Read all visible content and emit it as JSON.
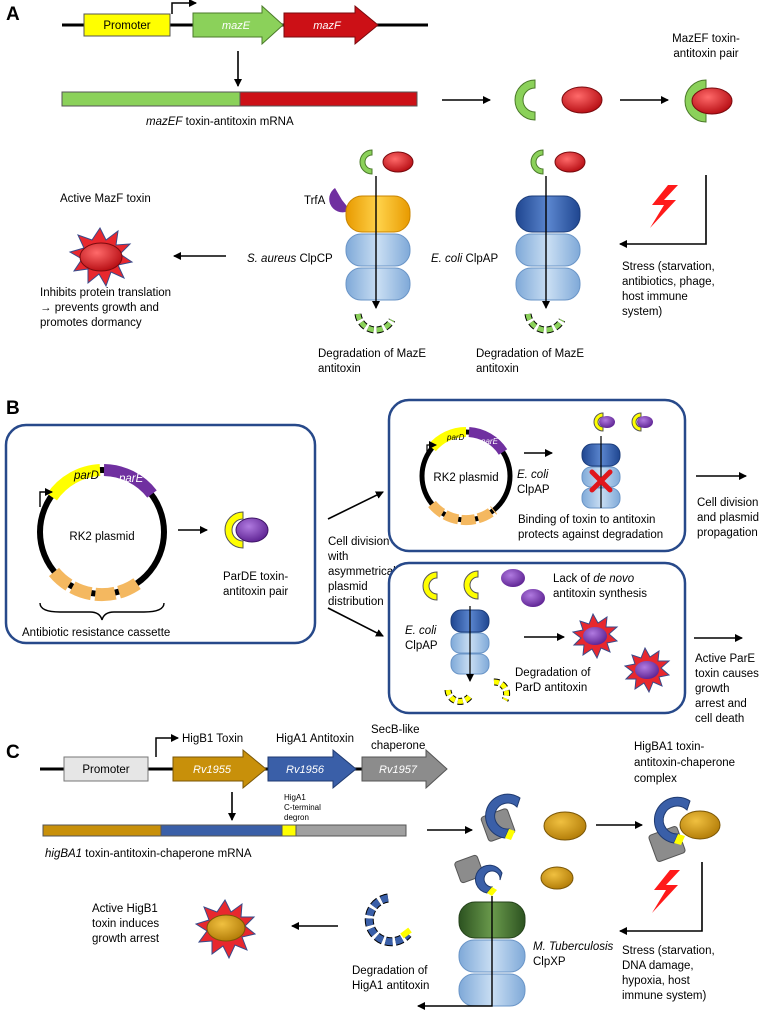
{
  "panels": {
    "a": "A",
    "b": "B",
    "c": "C"
  },
  "panel_a": {
    "promoter": "Promoter",
    "gene_1": "mazE",
    "gene_2": "mazF",
    "mrna_label_italic": "mazEF",
    "mrna_label_rest": "toxin-antitoxin mRNA",
    "pair_line1": "MazEF toxin-",
    "pair_line2": "antitoxin pair",
    "active_title": "Active MazF toxin",
    "inhibits_line1": "Inhibits protein translation",
    "inhibits_line2": "→ prevents growth and",
    "inhibits_line3": "promotes dormancy",
    "trfa": "TrfA",
    "saureus_italic": "S. aureus",
    "saureus_rest": "ClpCP",
    "ecoli_italic": "E. coli",
    "ecoli_rest": "ClpAP",
    "deg1_line1": "Degradation of MazE",
    "deg1_line2": "antitoxin",
    "deg2_line1": "Degradation of MazE",
    "deg2_line2": "antitoxin",
    "stress_line1": "Stress (starvation,",
    "stress_line2": "antibiotics, phage,",
    "stress_line3": "host immune",
    "stress_line4": "system)"
  },
  "panel_b": {
    "parD": "parD",
    "parE": "parE",
    "plasmid": "RK2 plasmid",
    "cassette": "Antibiotic resistance cassette",
    "pair_line1": "ParDE toxin-",
    "pair_line2": "antitoxin pair",
    "division_line1": "Cell division",
    "division_line2": "with",
    "division_line3": "asymmetrical",
    "division_line4": "plasmid",
    "division_line5": "distribution",
    "top_plasmid": "RK2 plasmid",
    "top_ecoli_italic": "E. coli",
    "top_clpap": "ClpAP",
    "binding_line1": "Binding of toxin to antitoxin",
    "binding_line2": "protects against degradation",
    "propagation_line1": "Cell division",
    "propagation_line2": "and plasmid",
    "propagation_line3": "propagation",
    "lack_line1": "Lack of",
    "lack_italic": "de novo",
    "lack_line2": "antitoxin synthesis",
    "bot_ecoli_italic": "E. coli",
    "bot_clpap": "ClpAP",
    "degpard_line1": "Degradation of",
    "degpard_line2": "ParD antitoxin",
    "active_line1": "Active ParE",
    "active_line2": "toxin causes",
    "active_line3": "growth",
    "active_line4": "arrest and",
    "active_line5": "cell death"
  },
  "panel_c": {
    "promoter": "Promoter",
    "higb1": "HigB1 Toxin",
    "higa1": "HigA1 Antitoxin",
    "secb_line1": "SecB-like",
    "secb_line2": "chaperone",
    "gene_1": "Rv1955",
    "gene_2": "Rv1956",
    "gene_3": "Rv1957",
    "degron_line1": "HigA1",
    "degron_line2": "C-terminal",
    "degron_line3": "degron",
    "mrna_label_italic": "higBA1",
    "mrna_label_rest": "toxin-antitoxin-chaperone mRNA",
    "complex_line1": "HigBA1 toxin-",
    "complex_line2": "antitoxin-chaperone",
    "complex_line3": "complex",
    "active_line1": "Active HigB1",
    "active_line2": "toxin induces",
    "active_line3": "growth arrest",
    "deg_line1": "Degradation of",
    "deg_line2": "HigA1 antitoxin",
    "mtb_italic": "M. Tuberculosis",
    "mtb_rest": "ClpXP",
    "stress_line1": "Stress (starvation,",
    "stress_line2": "DNA damage,",
    "stress_line3": "hypoxia, host",
    "stress_line4": "immune system)"
  },
  "colors": {
    "mazE": "#8BD15A",
    "mazF": "#CC1016",
    "promoter_a": "#FFFF00",
    "antitoxin_yellow": "#FFFF00",
    "toxin_purple": "#7030A0",
    "higB1": "#C8900A",
    "higA1": "#3A5FA8",
    "chaperone": "#8C8C8C",
    "clp_blue": "#9DC3E6",
    "clp_orange": "#F5B400",
    "clp_dark_blue": "#2E5AA8",
    "clp_green": "#3E6B2A",
    "panel_border": "#27498A",
    "stress_bolt": "#FF1A1A"
  }
}
